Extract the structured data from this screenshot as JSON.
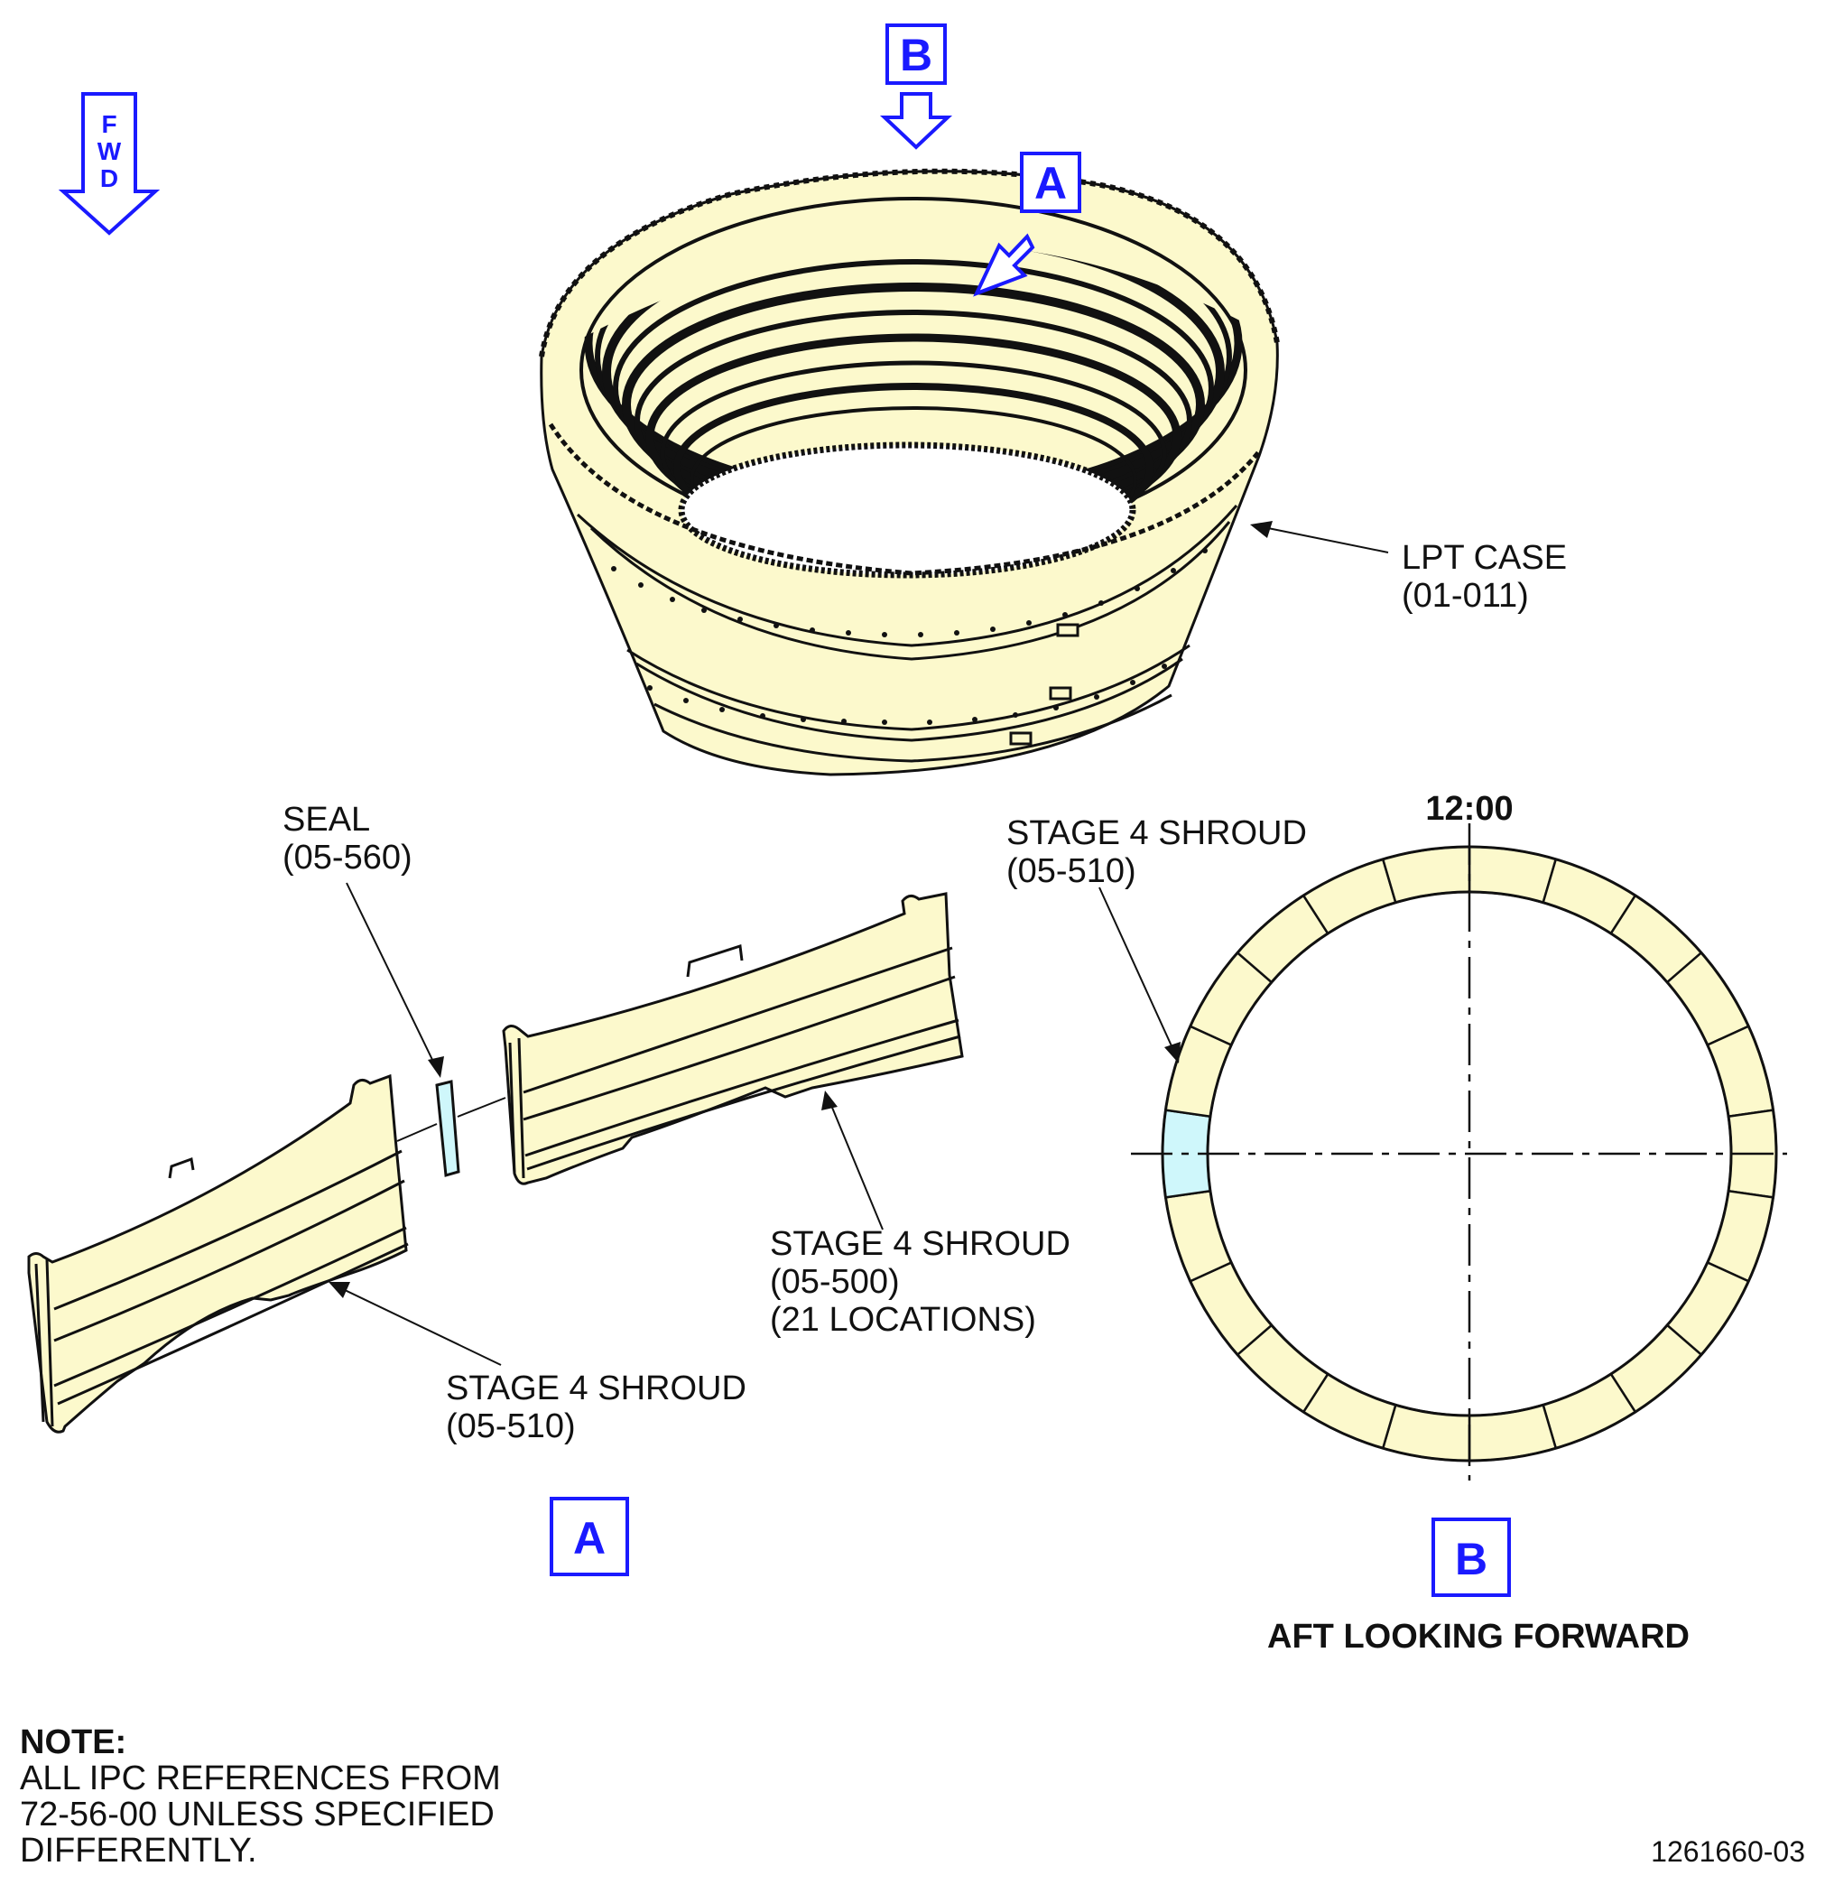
{
  "fwd_indicator": {
    "letters": [
      "F",
      "W",
      "D"
    ],
    "icon": "fwd-arrow-icon"
  },
  "callouts": {
    "a_on_case": "A",
    "b_on_case": "B",
    "a_view": "A",
    "b_view": "B"
  },
  "labels": {
    "lpt_case": [
      "LPT CASE",
      "(01-011)"
    ],
    "seal": [
      "SEAL",
      "(05-560)"
    ],
    "shroud_500": [
      "STAGE 4 SHROUD",
      "(05-500)",
      "(21 LOCATIONS)"
    ],
    "shroud_510_a": [
      "STAGE 4 SHROUD",
      "(05-510)"
    ],
    "shroud_510_b": [
      "STAGE 4 SHROUD",
      "(05-510)"
    ],
    "clock": "12:00",
    "view_b_caption": "AFT LOOKING FORWARD"
  },
  "note": {
    "heading": "NOTE:",
    "lines": [
      "ALL IPC REFERENCES FROM",
      "72-56-00 UNLESS SPECIFIED",
      "DIFFERENTLY."
    ]
  },
  "figure_id": "1261660-03",
  "ring_view": {
    "segment_count": 22,
    "highlighted_segment": "05-510"
  },
  "colors": {
    "part_fill": "#fcf9cc",
    "highlight_fill": "#cff7fb",
    "callout_blue": "#1a1aff",
    "line": "#111111"
  }
}
